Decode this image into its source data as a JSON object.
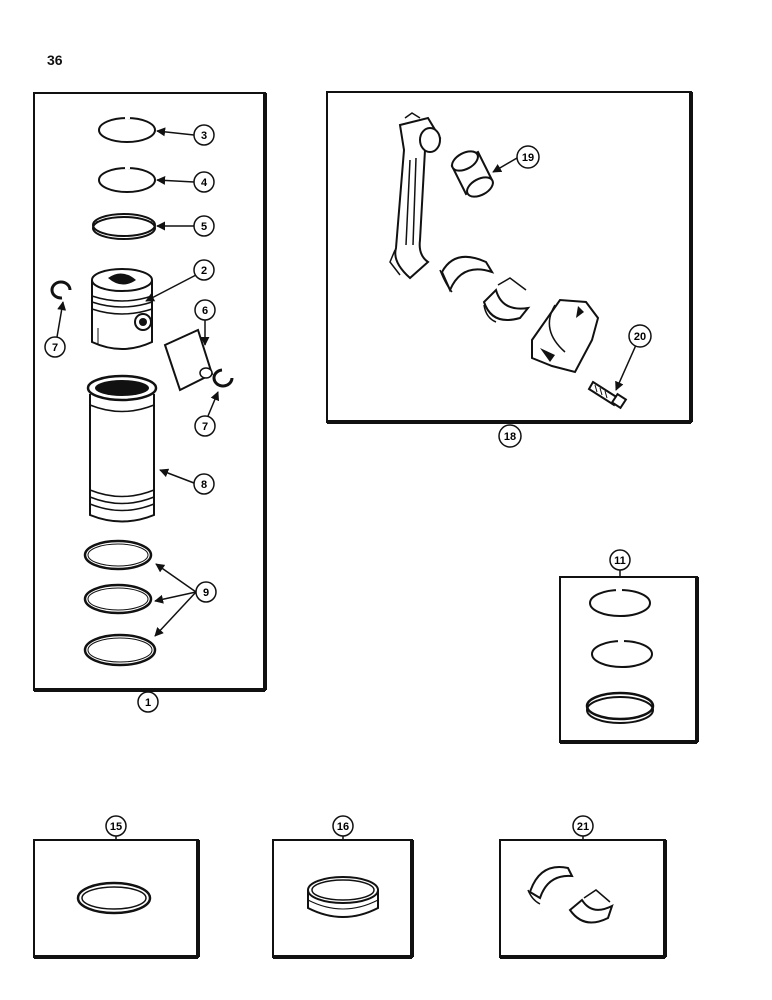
{
  "page_number": "36",
  "callouts": {
    "c1": "1",
    "c2": "2",
    "c3": "3",
    "c4": "4",
    "c5": "5",
    "c6": "6",
    "c7a": "7",
    "c7b": "7",
    "c8": "8",
    "c9": "9",
    "c11": "11",
    "c15": "15",
    "c16": "16",
    "c18": "18",
    "c19": "19",
    "c20": "20",
    "c21": "21"
  },
  "colors": {
    "ink": "#111111",
    "paper": "#ffffff"
  }
}
